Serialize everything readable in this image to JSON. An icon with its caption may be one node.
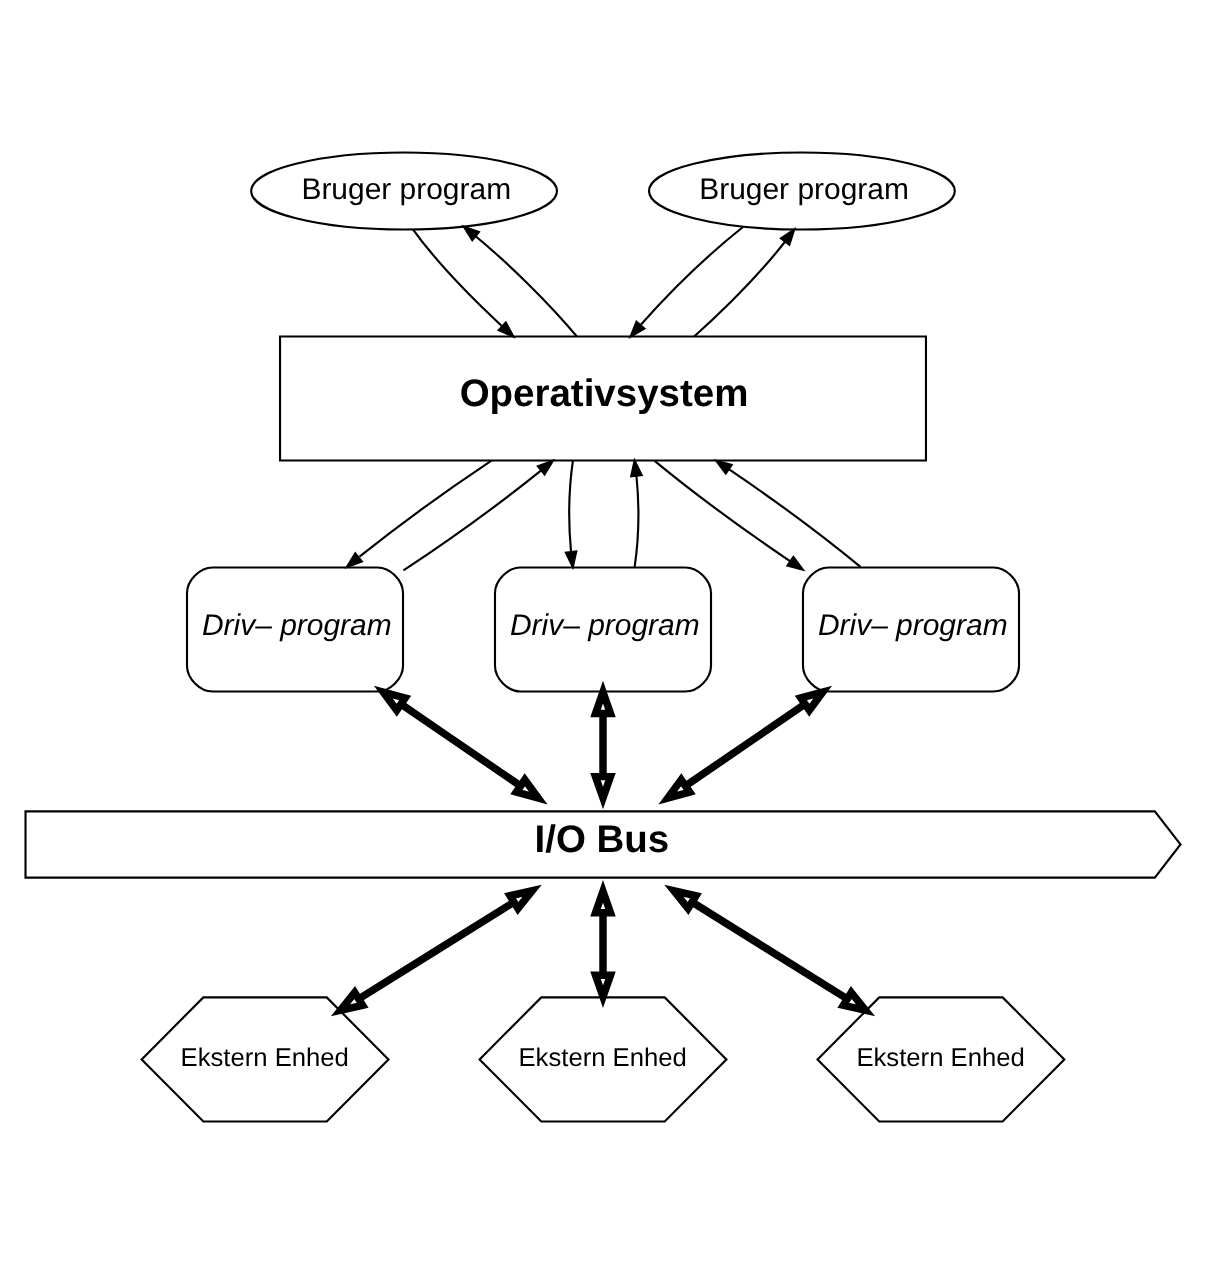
{
  "diagram": {
    "nodes": [
      {
        "text": [
          "Bruger program"
        ]
      },
      {
        "text": [
          "Bruger program"
        ]
      },
      {
        "text": [
          "Operativsystem"
        ]
      },
      {
        "text": [
          "Driv– program"
        ]
      },
      {
        "text": [
          "Driv– program"
        ]
      },
      {
        "text": [
          "Driv– program"
        ]
      },
      {
        "text": [
          "I/O Bus"
        ]
      },
      {
        "text": [
          "Ekstern Enhed"
        ]
      },
      {
        "text": [
          "Ekstern Enhed"
        ]
      },
      {
        "text": [
          "Ekstern Enhed"
        ]
      }
    ],
    "edges": [
      {
        "from": 2,
        "to": 0,
        "arrow": "to"
      },
      {
        "from": 0,
        "to": 2,
        "arrow": "to"
      },
      {
        "from": 2,
        "to": 1,
        "arrow": "to"
      },
      {
        "from": 1,
        "to": 2,
        "arrow": "to"
      },
      {
        "from": 2,
        "to": 3,
        "arrow": "to"
      },
      {
        "from": 3,
        "to": 2,
        "arrow": "to"
      },
      {
        "from": 2,
        "to": 4,
        "arrow": "to"
      },
      {
        "from": 4,
        "to": 2,
        "arrow": "to"
      },
      {
        "from": 2,
        "to": 5,
        "arrow": "to"
      },
      {
        "from": 5,
        "to": 2,
        "arrow": "to"
      },
      {
        "from": 3,
        "to": 6,
        "arrow": "both",
        "style": "thick"
      },
      {
        "from": 4,
        "to": 6,
        "arrow": "both",
        "style": "thick"
      },
      {
        "from": 5,
        "to": 6,
        "arrow": "both",
        "style": "thick"
      },
      {
        "from": 6,
        "to": 7,
        "arrow": "both",
        "style": "thick"
      },
      {
        "from": 6,
        "to": 8,
        "arrow": "both",
        "style": "thick"
      },
      {
        "from": 6,
        "to": 9,
        "arrow": "both",
        "style": "thick"
      }
    ]
  }
}
